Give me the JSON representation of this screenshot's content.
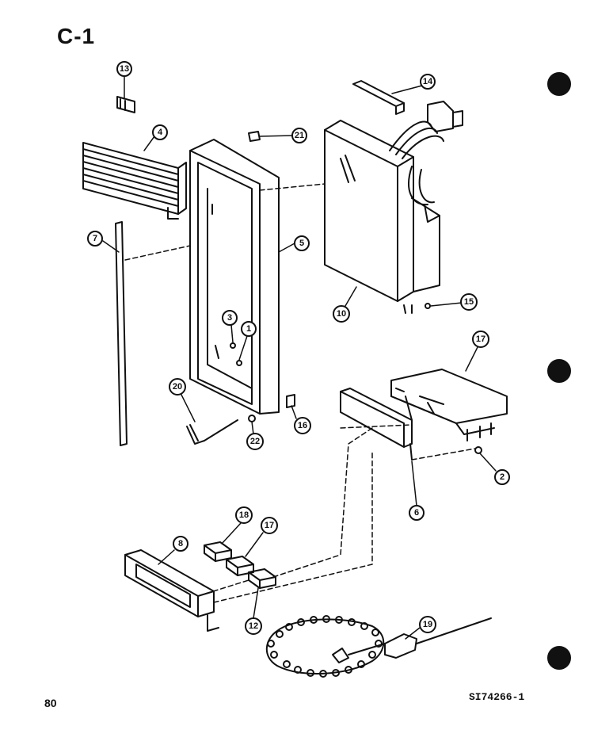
{
  "page": {
    "section_label": "C-1",
    "page_number": "80",
    "drawing_code": "SI74266-1"
  },
  "callouts": [
    {
      "id": "c13",
      "label": "13"
    },
    {
      "id": "c14",
      "label": "14"
    },
    {
      "id": "c4",
      "label": "4"
    },
    {
      "id": "c21",
      "label": "21"
    },
    {
      "id": "c7",
      "label": "7"
    },
    {
      "id": "c5",
      "label": "5"
    },
    {
      "id": "c3",
      "label": "3"
    },
    {
      "id": "c1",
      "label": "1"
    },
    {
      "id": "c10",
      "label": "10"
    },
    {
      "id": "c15",
      "label": "15"
    },
    {
      "id": "c17a",
      "label": "17"
    },
    {
      "id": "c20",
      "label": "20"
    },
    {
      "id": "c16",
      "label": "16"
    },
    {
      "id": "c22",
      "label": "22"
    },
    {
      "id": "c2",
      "label": "2"
    },
    {
      "id": "c6",
      "label": "6"
    },
    {
      "id": "c18",
      "label": "18"
    },
    {
      "id": "c17b",
      "label": "17"
    },
    {
      "id": "c8",
      "label": "8"
    },
    {
      "id": "c12",
      "label": "12"
    },
    {
      "id": "c19",
      "label": "19"
    }
  ]
}
